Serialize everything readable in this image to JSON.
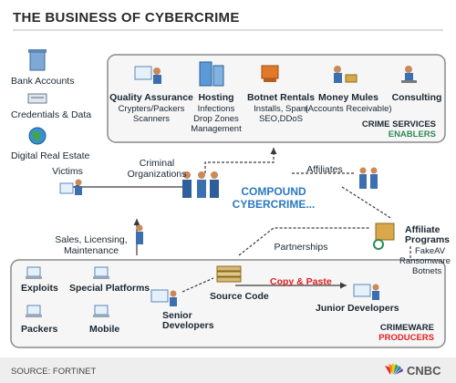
{
  "title": "THE BUSINESS OF CYBERCRIME",
  "left_items": [
    "Bank Accounts",
    "Credentials & Data",
    "Digital Real Estate"
  ],
  "services": [
    {
      "name": "Quality Assurance",
      "details": [
        "Crypters/Packers",
        "Scanners"
      ]
    },
    {
      "name": "Hosting",
      "details": [
        "Infections",
        "Drop Zones",
        "Management"
      ]
    },
    {
      "name": "Botnet Rentals",
      "details": [
        "Installs, Spam",
        "SEO,DDoS"
      ]
    },
    {
      "name": "Money Mules",
      "details": [
        "(Accounts Receivable)"
      ]
    },
    {
      "name": "Consulting",
      "details": []
    }
  ],
  "services_tag": [
    "CRIME SERVICES",
    "ENABLERS"
  ],
  "middle": {
    "victims": "Victims",
    "criminal_orgs": [
      "Criminal",
      "Organizations"
    ],
    "affiliates": "Affiliates",
    "compound": [
      "COMPOUND",
      "CYBERCRIME..."
    ],
    "sales": [
      "Sales, Licensing,",
      "Maintenance"
    ],
    "partnerships": "Partnerships",
    "affiliate_programs": {
      "name": [
        "Affiliate",
        "Programs"
      ],
      "details": [
        "FakeAV",
        "Ransomware",
        "Botnets"
      ]
    }
  },
  "producers": {
    "exploits": "Exploits",
    "special_platforms": "Special Platforms",
    "packers": "Packers",
    "mobile": "Mobile",
    "senior_devs": [
      "Senior",
      "Developers"
    ],
    "source_code": "Source Code",
    "copy_paste": "Copy & Paste",
    "junior_devs": "Junior Developers",
    "tag": [
      "CRIMEWARE",
      "PRODUCERS"
    ]
  },
  "source": "SOURCE: FORTINET",
  "logo": "CNBC",
  "colors": {
    "accent_red": "#e02020",
    "accent_green": "#2e8b57",
    "panel_stroke": "#8a8a8a",
    "footer_bg": "#eeeeee"
  }
}
